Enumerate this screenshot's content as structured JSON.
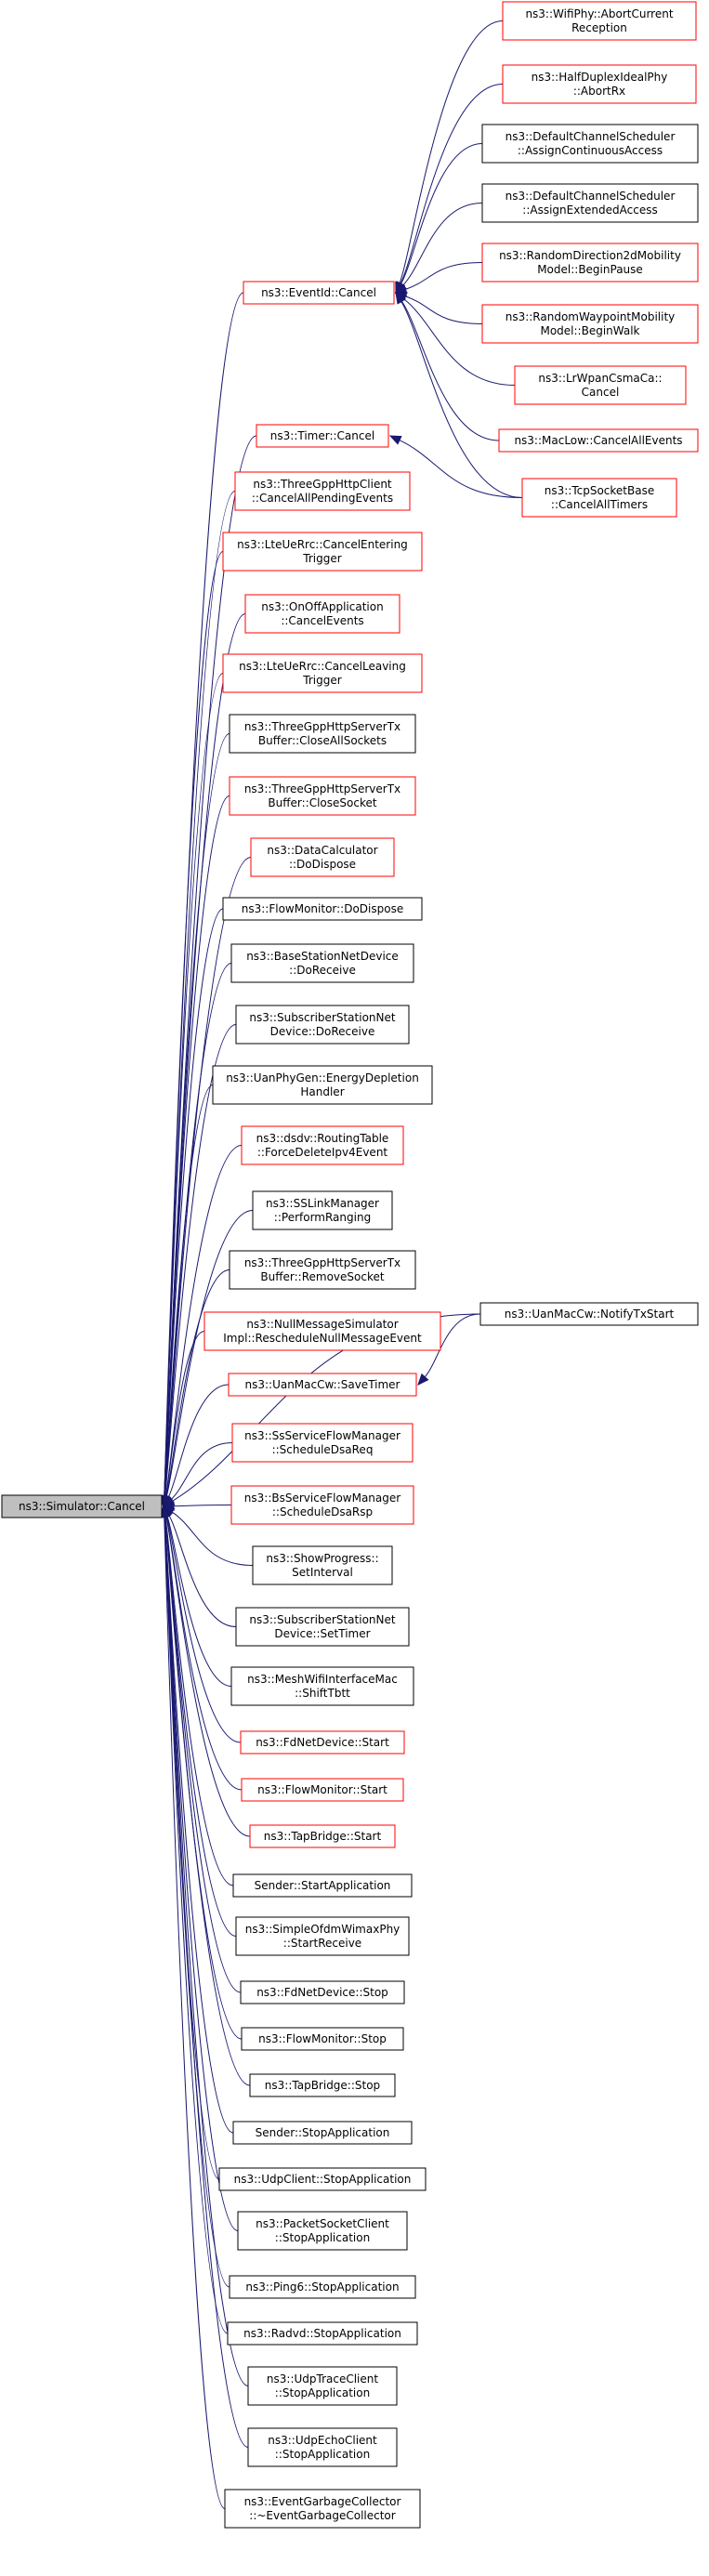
{
  "graph": {
    "root": {
      "id": "root",
      "lines": [
        "ns3::Simulator::Cancel"
      ],
      "style": "root"
    },
    "nodes": [
      {
        "id": "wifiphy",
        "lines": [
          "ns3::WifiPhy::AbortCurrent",
          "Reception"
        ],
        "style": "red"
      },
      {
        "id": "halfduplex",
        "lines": [
          "ns3::HalfDuplexIdealPhy",
          "::AbortRx"
        ],
        "style": "red"
      },
      {
        "id": "dcs-continuous",
        "lines": [
          "ns3::DefaultChannelScheduler",
          "::AssignContinuousAccess"
        ],
        "style": "black"
      },
      {
        "id": "dcs-extended",
        "lines": [
          "ns3::DefaultChannelScheduler",
          "::AssignExtendedAccess"
        ],
        "style": "black"
      },
      {
        "id": "rd2d-beginpause",
        "lines": [
          "ns3::RandomDirection2dMobility",
          "Model::BeginPause"
        ],
        "style": "red"
      },
      {
        "id": "rwm-beginwalk",
        "lines": [
          "ns3::RandomWaypointMobility",
          "Model::BeginWalk"
        ],
        "style": "red"
      },
      {
        "id": "lrwpan-cancel",
        "lines": [
          "ns3::LrWpanCsmaCa::",
          "Cancel"
        ],
        "style": "red"
      },
      {
        "id": "eventid-cancel",
        "lines": [
          "ns3::EventId::Cancel"
        ],
        "style": "red"
      },
      {
        "id": "maclow",
        "lines": [
          "ns3::MacLow::CancelAllEvents"
        ],
        "style": "red"
      },
      {
        "id": "timer-cancel",
        "lines": [
          "ns3::Timer::Cancel"
        ],
        "style": "red"
      },
      {
        "id": "tcp-cancelall",
        "lines": [
          "ns3::TcpSocketBase",
          "::CancelAllTimers"
        ],
        "style": "red"
      },
      {
        "id": "http-cancelpending",
        "lines": [
          "ns3::ThreeGppHttpClient",
          "::CancelAllPendingEvents"
        ],
        "style": "red"
      },
      {
        "id": "lte-cancelentering",
        "lines": [
          "ns3::LteUeRrc::CancelEntering",
          "Trigger"
        ],
        "style": "red"
      },
      {
        "id": "onoff-cancelevents",
        "lines": [
          "ns3::OnOffApplication",
          "::CancelEvents"
        ],
        "style": "red"
      },
      {
        "id": "lte-cancelleaving",
        "lines": [
          "ns3::LteUeRrc::CancelLeaving",
          "Trigger"
        ],
        "style": "red"
      },
      {
        "id": "http-closeall",
        "lines": [
          "ns3::ThreeGppHttpServerTx",
          "Buffer::CloseAllSockets"
        ],
        "style": "black"
      },
      {
        "id": "http-closesocket",
        "lines": [
          "ns3::ThreeGppHttpServerTx",
          "Buffer::CloseSocket"
        ],
        "style": "red"
      },
      {
        "id": "datacalc-dispose",
        "lines": [
          "ns3::DataCalculator",
          "::DoDispose"
        ],
        "style": "red"
      },
      {
        "id": "flowmon-dispose",
        "lines": [
          "ns3::FlowMonitor::DoDispose"
        ],
        "style": "black"
      },
      {
        "id": "bs-doreceive",
        "lines": [
          "ns3::BaseStationNetDevice",
          "::DoReceive"
        ],
        "style": "black"
      },
      {
        "id": "ss-doreceive",
        "lines": [
          "ns3::SubscriberStationNet",
          "Device::DoReceive"
        ],
        "style": "black"
      },
      {
        "id": "uanphygen",
        "lines": [
          "ns3::UanPhyGen::EnergyDepletion",
          "Handler"
        ],
        "style": "black"
      },
      {
        "id": "dsdv-force",
        "lines": [
          "ns3::dsdv::RoutingTable",
          "::ForceDeleteIpv4Event"
        ],
        "style": "red"
      },
      {
        "id": "sslink-ranging",
        "lines": [
          "ns3::SSLinkManager",
          "::PerformRanging"
        ],
        "style": "black"
      },
      {
        "id": "uanmac-notify",
        "lines": [
          "ns3::UanMacCw::NotifyTxStart"
        ],
        "style": "black"
      },
      {
        "id": "http-removesocket",
        "lines": [
          "ns3::ThreeGppHttpServerTx",
          "Buffer::RemoveSocket"
        ],
        "style": "black"
      },
      {
        "id": "nullmsg",
        "lines": [
          "ns3::NullMessageSimulator",
          "Impl::RescheduleNullMessageEvent"
        ],
        "style": "red"
      },
      {
        "id": "uanmac-savetimer",
        "lines": [
          "ns3::UanMacCw::SaveTimer"
        ],
        "style": "red"
      },
      {
        "id": "ss-scheduledsareq",
        "lines": [
          "ns3::SsServiceFlowManager",
          "::ScheduleDsaReq"
        ],
        "style": "red"
      },
      {
        "id": "bs-scheduledsarsp",
        "lines": [
          "ns3::BsServiceFlowManager",
          "::ScheduleDsaRsp"
        ],
        "style": "red"
      },
      {
        "id": "showprogress",
        "lines": [
          "ns3::ShowProgress::",
          "SetInterval"
        ],
        "style": "black"
      },
      {
        "id": "ss-settimer",
        "lines": [
          "ns3::SubscriberStationNet",
          "Device::SetTimer"
        ],
        "style": "black"
      },
      {
        "id": "meshwifi-shift",
        "lines": [
          "ns3::MeshWifiInterfaceMac",
          "::ShiftTbtt"
        ],
        "style": "black"
      },
      {
        "id": "fdnet-start",
        "lines": [
          "ns3::FdNetDevice::Start"
        ],
        "style": "red"
      },
      {
        "id": "flowmon-start",
        "lines": [
          "ns3::FlowMonitor::Start"
        ],
        "style": "red"
      },
      {
        "id": "tapbridge-start",
        "lines": [
          "ns3::TapBridge::Start"
        ],
        "style": "red"
      },
      {
        "id": "sender-startapp",
        "lines": [
          "Sender::StartApplication"
        ],
        "style": "black"
      },
      {
        "id": "simpleofdm",
        "lines": [
          "ns3::SimpleOfdmWimaxPhy",
          "::StartReceive"
        ],
        "style": "black"
      },
      {
        "id": "fdnet-stop",
        "lines": [
          "ns3::FdNetDevice::Stop"
        ],
        "style": "black"
      },
      {
        "id": "flowmon-stop",
        "lines": [
          "ns3::FlowMonitor::Stop"
        ],
        "style": "black"
      },
      {
        "id": "tapbridge-stop",
        "lines": [
          "ns3::TapBridge::Stop"
        ],
        "style": "black"
      },
      {
        "id": "sender-stopapp",
        "lines": [
          "Sender::StopApplication"
        ],
        "style": "black"
      },
      {
        "id": "udpclient-stop",
        "lines": [
          "ns3::UdpClient::StopApplication"
        ],
        "style": "black"
      },
      {
        "id": "packetsocket-stop",
        "lines": [
          "ns3::PacketSocketClient",
          "::StopApplication"
        ],
        "style": "black"
      },
      {
        "id": "ping6-stop",
        "lines": [
          "ns3::Ping6::StopApplication"
        ],
        "style": "black"
      },
      {
        "id": "radvd-stop",
        "lines": [
          "ns3::Radvd::StopApplication"
        ],
        "style": "black"
      },
      {
        "id": "udptrace-stop",
        "lines": [
          "ns3::UdpTraceClient",
          "::StopApplication"
        ],
        "style": "black"
      },
      {
        "id": "udpecho-stop",
        "lines": [
          "ns3::UdpEchoClient",
          "::StopApplication"
        ],
        "style": "black"
      },
      {
        "id": "eventgc",
        "lines": [
          "ns3::EventGarbageCollector",
          "::~EventGarbageCollector"
        ],
        "style": "black"
      }
    ],
    "edges": [
      [
        "eventid-cancel",
        "root"
      ],
      [
        "timer-cancel",
        "root"
      ],
      [
        "http-cancelpending",
        "root"
      ],
      [
        "lte-cancelentering",
        "root"
      ],
      [
        "onoff-cancelevents",
        "root"
      ],
      [
        "lte-cancelleaving",
        "root"
      ],
      [
        "http-closeall",
        "root"
      ],
      [
        "http-closesocket",
        "root"
      ],
      [
        "datacalc-dispose",
        "root"
      ],
      [
        "flowmon-dispose",
        "root"
      ],
      [
        "bs-doreceive",
        "root"
      ],
      [
        "ss-doreceive",
        "root"
      ],
      [
        "uanphygen",
        "root"
      ],
      [
        "dsdv-force",
        "root"
      ],
      [
        "uanmac-notify",
        "root"
      ],
      [
        "sslink-ranging",
        "root"
      ],
      [
        "http-removesocket",
        "root"
      ],
      [
        "nullmsg",
        "root"
      ],
      [
        "uanmac-savetimer",
        "root"
      ],
      [
        "ss-scheduledsareq",
        "root"
      ],
      [
        "bs-scheduledsarsp",
        "root"
      ],
      [
        "showprogress",
        "root"
      ],
      [
        "ss-settimer",
        "root"
      ],
      [
        "meshwifi-shift",
        "root"
      ],
      [
        "fdnet-start",
        "root"
      ],
      [
        "flowmon-start",
        "root"
      ],
      [
        "tapbridge-start",
        "root"
      ],
      [
        "sender-startapp",
        "root"
      ],
      [
        "simpleofdm",
        "root"
      ],
      [
        "fdnet-stop",
        "root"
      ],
      [
        "flowmon-stop",
        "root"
      ],
      [
        "tapbridge-stop",
        "root"
      ],
      [
        "sender-stopapp",
        "root"
      ],
      [
        "udpclient-stop",
        "root"
      ],
      [
        "packetsocket-stop",
        "root"
      ],
      [
        "ping6-stop",
        "root"
      ],
      [
        "radvd-stop",
        "root"
      ],
      [
        "udptrace-stop",
        "root"
      ],
      [
        "udpecho-stop",
        "root"
      ],
      [
        "eventgc",
        "root"
      ],
      [
        "wifiphy",
        "eventid-cancel"
      ],
      [
        "halfduplex",
        "eventid-cancel"
      ],
      [
        "dcs-continuous",
        "eventid-cancel"
      ],
      [
        "dcs-extended",
        "eventid-cancel"
      ],
      [
        "rd2d-beginpause",
        "eventid-cancel"
      ],
      [
        "rwm-beginwalk",
        "eventid-cancel"
      ],
      [
        "lrwpan-cancel",
        "eventid-cancel"
      ],
      [
        "maclow",
        "eventid-cancel"
      ],
      [
        "tcp-cancelall",
        "eventid-cancel"
      ],
      [
        "tcp-cancelall",
        "timer-cancel"
      ],
      [
        "uanmac-notify",
        "uanmac-savetimer"
      ]
    ],
    "colors": {
      "red": "#ff0000",
      "black": "#000000",
      "edge": "#191970",
      "root_fill": "#bfbfbf",
      "root_border": "#000000"
    }
  }
}
